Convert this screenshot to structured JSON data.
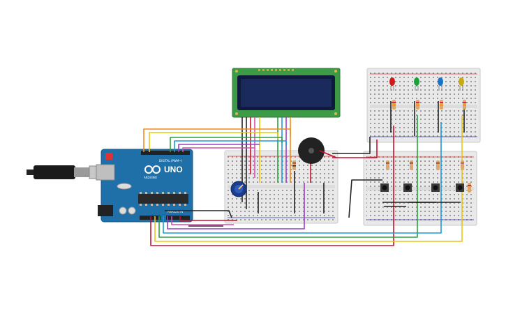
{
  "board": {
    "name": "UNO",
    "brand": "ARDUINO",
    "digital_label": "DIGITAL (PWM~)",
    "analog_label": "ANALOG IN"
  },
  "colors": {
    "arduino": "#1f6fa8",
    "breadboard": "#e9e9e9",
    "lcd_pcb": "#3d9a47",
    "lcd_screen": "#1b2a5c",
    "wire_red": "#c8102e",
    "wire_black": "#222222",
    "wire_orange": "#f28c1b",
    "wire_yellow": "#e8c61a",
    "wire_green": "#2ea043",
    "wire_blue": "#1c9ad6",
    "wire_purple": "#9b3fc4",
    "wire_pink": "#d14fb0",
    "led_red": "#d11a1a",
    "led_green": "#1aa33a",
    "led_blue": "#1b73c9",
    "led_yellow": "#c9a816"
  },
  "components": {
    "lcd": "lcd-16x2",
    "buzzer": "piezo-buzzer",
    "potentiometer": "potentiometer",
    "leds": [
      "led-red",
      "led-green",
      "led-blue",
      "led-yellow"
    ],
    "buttons": 4
  }
}
